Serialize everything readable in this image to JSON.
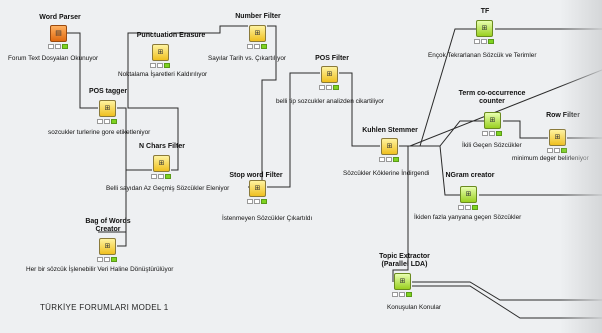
{
  "model_label": "TÜRKİYE FORUMLARI MODEL 1",
  "nodes": {
    "word_parser": {
      "title": "Word Parser",
      "desc": "Forum Text Dosyaları Okunuyor"
    },
    "pos_tagger": {
      "title": "POS tagger",
      "desc": "sozcukler turlerine gore etiketleniyor"
    },
    "punctuation": {
      "title": "Punctuation Erasure",
      "desc": "Noktalama İşaretleri Kaldırılıyor"
    },
    "number_filter": {
      "title": "Number Filter",
      "desc": "Sayılar Tarih vs. Çıkartılıyor"
    },
    "pos_filter": {
      "title": "POS Filter",
      "desc": "belli tip sozcukler analizden cikartiliyor"
    },
    "nchars": {
      "title": "N Chars Filter",
      "desc": "Belli sayıdan Az Geçmiş Sözcükler Eleniyor"
    },
    "stopword": {
      "title": "Stop word Filter",
      "desc": "İstenmeyen Sözcükler Çıkartıldı"
    },
    "bow": {
      "title": "Bag of Words Creator",
      "desc": "Her bir sözcük İşlenebilir Veri Haline Dönüştürülüyor"
    },
    "kuhlen": {
      "title": "Kuhlen Stemmer",
      "desc": "Sözcükler Köklerine İndirgendi"
    },
    "tf": {
      "title": "TF",
      "desc": "Ençok Tekrarlanan Sözcük ve Terimler"
    },
    "cooc": {
      "title": "Term co-occurrence counter",
      "desc": "İkili Geçen Sözcükler"
    },
    "row_filter": {
      "title": "Row Filter",
      "desc": "minimum deger belirleniyor"
    },
    "ngram": {
      "title": "NGram creator",
      "desc": "İkiden fazla yanyana geçen Sözcükler"
    },
    "topic": {
      "title": "Topic Extractor (Parallel LDA)",
      "desc": "Konuşulan Konular"
    }
  },
  "icons": {
    "word_parser": "document-reader-icon",
    "pos_tagger": "tag-icon",
    "punctuation": "eraser-icon",
    "number_filter": "number-filter-icon",
    "pos_filter": "filter-icon",
    "nchars": "filter-icon",
    "stopword": "filter-icon",
    "bow": "bag-icon",
    "kuhlen": "stemmer-icon",
    "tf": "frequency-icon",
    "cooc": "counter-icon",
    "row_filter": "filter-icon",
    "ngram": "ngram-icon",
    "topic": "topic-icon"
  },
  "colors": {
    "preprocessing_node": "#f0c020",
    "reader_node": "#e06a10",
    "analysis_node": "#9ad020",
    "status_ok": "#7ed321"
  }
}
